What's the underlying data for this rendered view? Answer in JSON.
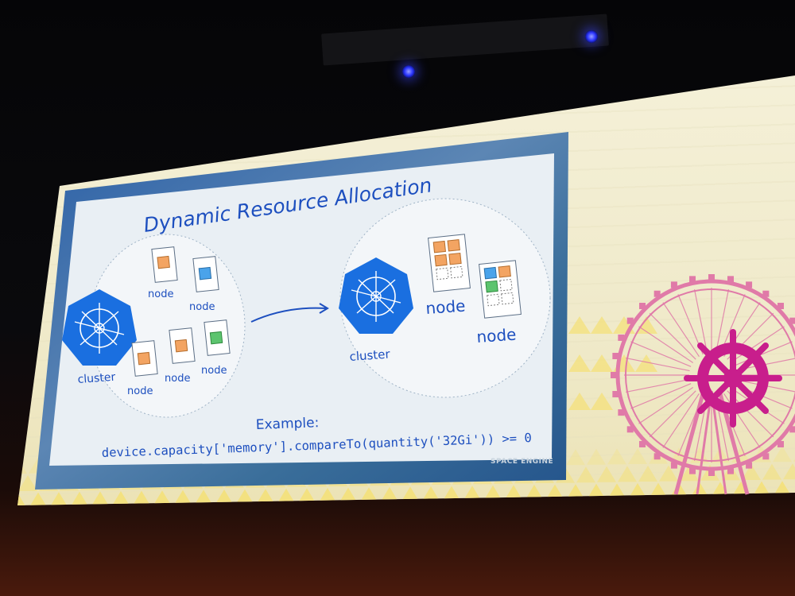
{
  "slide": {
    "title": "Dynamic Resource Allocation",
    "left_diagram": {
      "cluster_label": "cluster",
      "node_labels": [
        "node",
        "node",
        "node",
        "node",
        "node"
      ]
    },
    "right_diagram": {
      "cluster_label": "cluster",
      "node_labels": [
        "node",
        "node"
      ]
    },
    "example_label": "Example:",
    "example_code": "device.capacity['memory'].compareTo(quantity('32Gi')) >= 0",
    "watermark": "SPACE ENGINE"
  },
  "colors": {
    "k8s_blue": "#1a6fe0",
    "title_blue": "#1d4fbf",
    "board_bg": "#e9eff4",
    "frame_blue": "#2a5fa6",
    "magenta": "#c81e8c",
    "pink": "#e07aa8",
    "orange_cube": "#f3a462",
    "blue_cube": "#4aa3ea",
    "green_cube": "#5cc46e",
    "triangle_yellow": "#f4e07a"
  }
}
